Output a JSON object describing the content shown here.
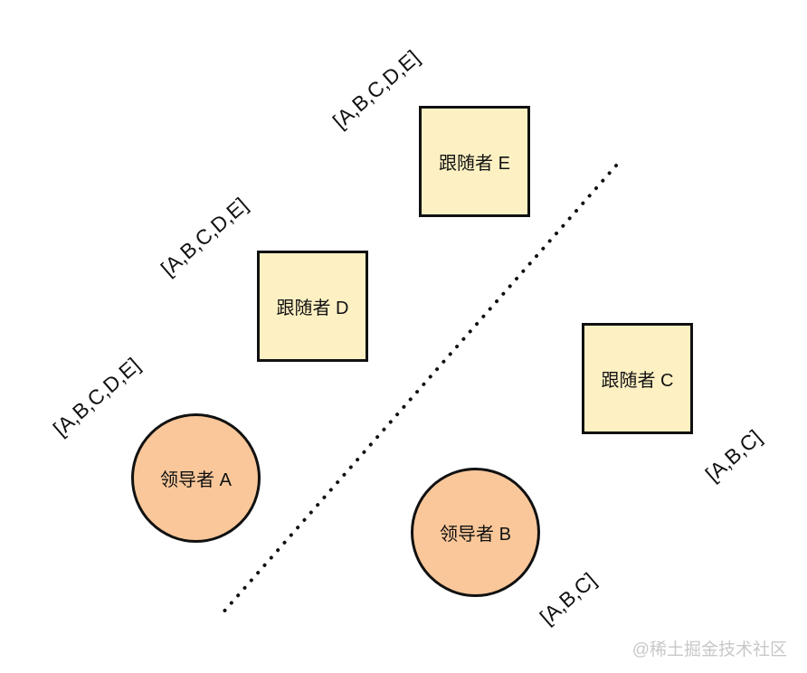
{
  "nodes": {
    "leader_a": "领导者 A",
    "leader_b": "领导者 B",
    "follower_c": "跟随者 C",
    "follower_d": "跟随者 D",
    "follower_e": "跟随者 E"
  },
  "logs": {
    "leader_a": "[A,B,C,D,E]",
    "follower_d": "[A,B,C,D,E]",
    "follower_e": "[A,B,C,D,E]",
    "follower_c": "[A,B,C]",
    "leader_b": "[A,B,C]"
  },
  "colors": {
    "leader_fill": "#f9c79a",
    "follower_fill": "#fdf1c3",
    "stroke": "#111111"
  },
  "watermark": "@稀土掘金技术社区"
}
